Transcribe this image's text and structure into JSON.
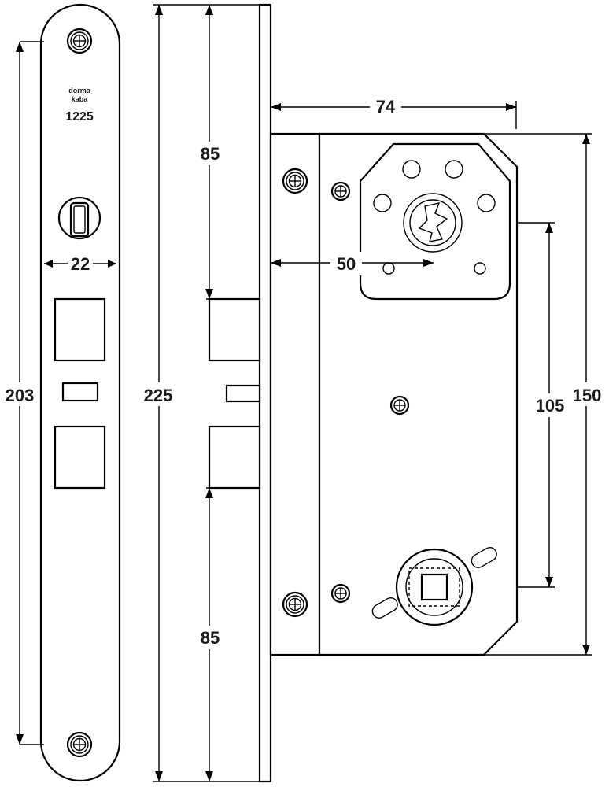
{
  "faceplate": {
    "brand_line1": "dorma",
    "brand_line2": "kaba",
    "model": "1225"
  },
  "dimensions": {
    "faceplate_width": "22",
    "faceplate_height": "203",
    "forend_length": "225",
    "top_offset": "85",
    "bottom_offset": "85",
    "backset_total": "74",
    "backset": "50",
    "center_distance": "105",
    "case_height": "150"
  }
}
